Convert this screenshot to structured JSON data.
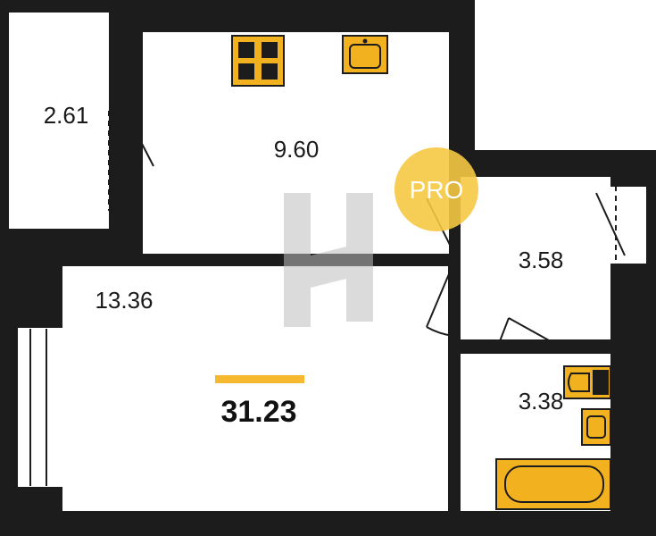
{
  "floorplan": {
    "total_area": "31.23",
    "rooms": [
      {
        "id": "storage",
        "area": "2.61"
      },
      {
        "id": "kitchen",
        "area": "9.60"
      },
      {
        "id": "living_room",
        "area": "13.36"
      },
      {
        "id": "hallway",
        "area": "3.58"
      },
      {
        "id": "bathroom",
        "area": "3.38"
      }
    ]
  },
  "badge": {
    "text": "PRO"
  },
  "colors": {
    "wall": "#1c1c1c",
    "fixture": "#f2b21f",
    "accent_bar": "#f5b82e",
    "badge": "#f5c842",
    "watermark": "#bdbdbd"
  },
  "icons": [
    "stove-icon",
    "kitchen-sink-icon",
    "toilet-icon",
    "washbasin-icon",
    "bathtub-icon",
    "door-swing-icon",
    "window-icon",
    "watermark-logo"
  ]
}
